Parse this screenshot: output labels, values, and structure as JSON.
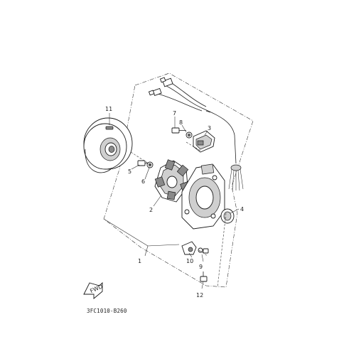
{
  "diagram": {
    "part_code": "3FC1010-B260",
    "callouts": [
      "1",
      "2",
      "3",
      "4",
      "5",
      "6",
      "7",
      "8",
      "9",
      "10",
      "11",
      "12"
    ],
    "fwd_label": "FWD"
  }
}
